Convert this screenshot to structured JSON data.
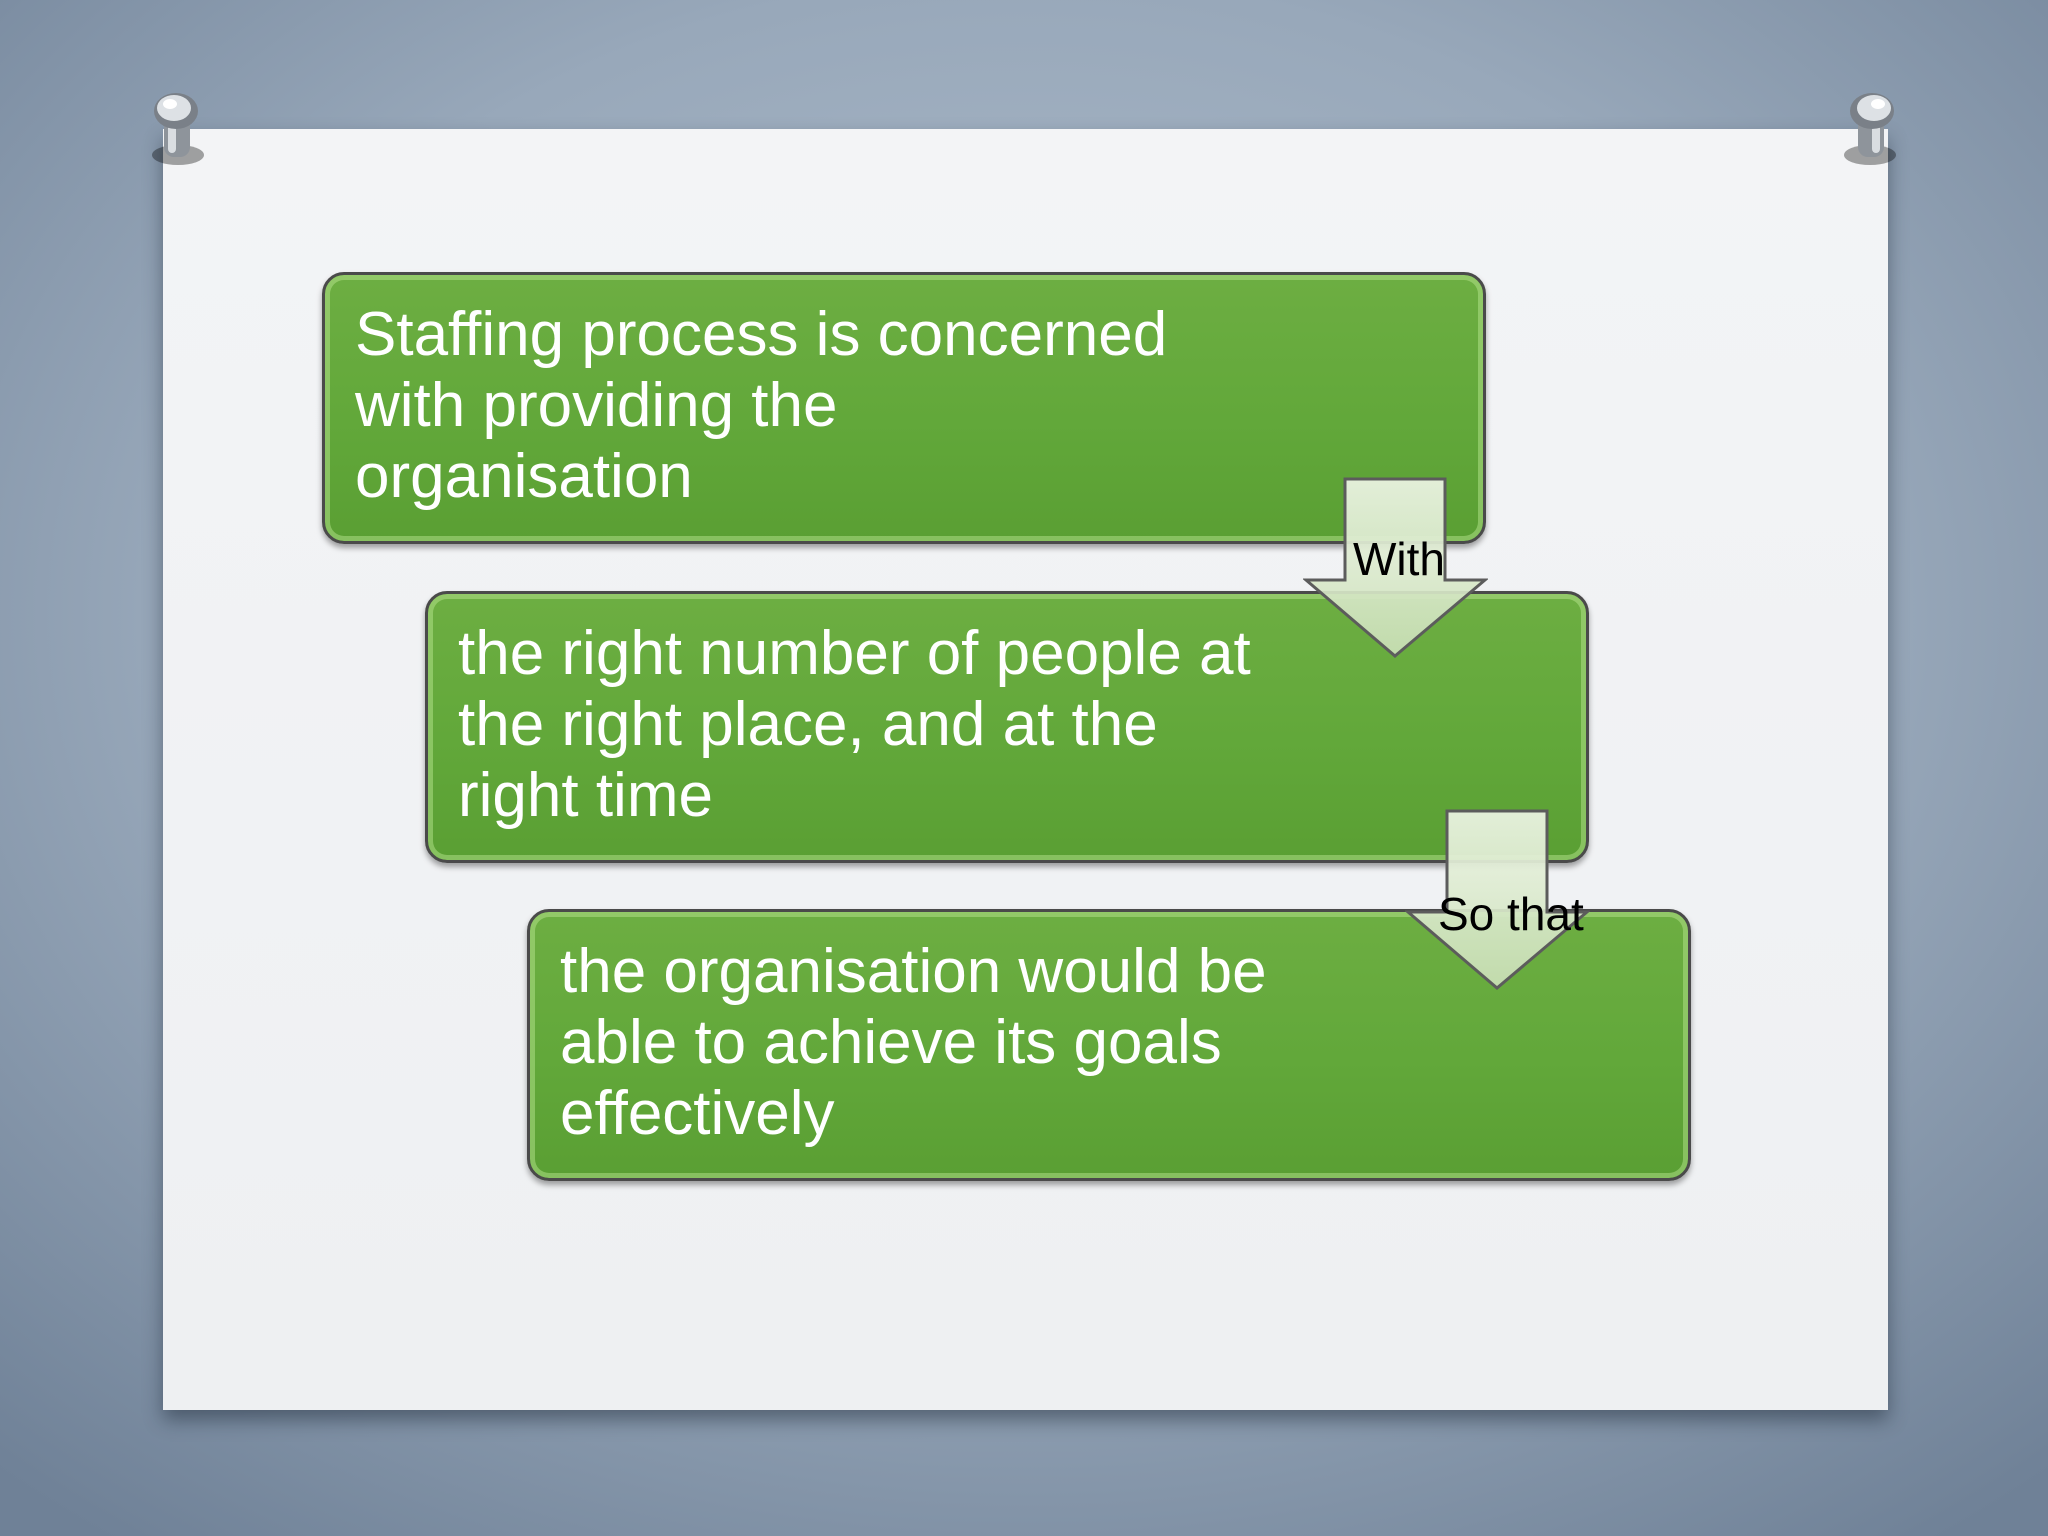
{
  "diagram": {
    "steps": [
      {
        "text": "Staffing process is concerned with providing the organisation"
      },
      {
        "text": "the right number of people at the right place, and at the right time"
      },
      {
        "text": "the organisation would be able to achieve its goals effectively"
      }
    ],
    "connectors": [
      {
        "label": "With"
      },
      {
        "label": "So that"
      }
    ],
    "colors": {
      "box_fill": "#62a83a",
      "box_border": "#4a4a4a",
      "box_text": "#ffffff",
      "arrow_fill": "#d5e6c6",
      "connector_text": "#000000",
      "slide_background": "#eef0f2",
      "backdrop": "#9aaabc"
    }
  }
}
